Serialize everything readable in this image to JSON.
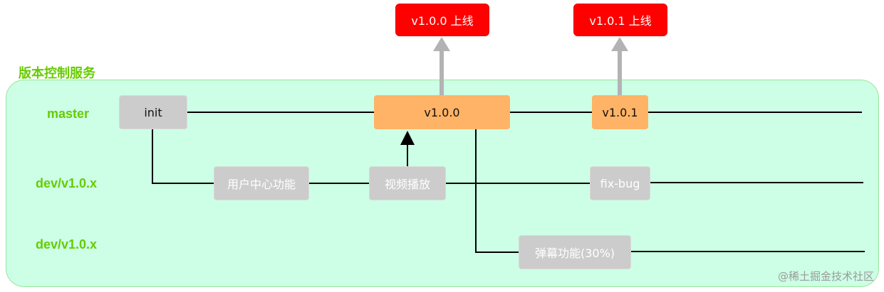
{
  "title": "版本控制服务",
  "lanes": {
    "master": "master",
    "dev1": "dev/v1.0.x",
    "dev2": "dev/v1.0.x"
  },
  "nodes": {
    "init": "init",
    "user_center": "用户中心功能",
    "video_play": "视频播放",
    "v100": "v1.0.0",
    "v101": "v1.0.1",
    "fix_bug": "fix-bug",
    "danmaku": "弹幕功能(30%)"
  },
  "releases": {
    "r100": "v1.0.0 上线",
    "r101": "v1.0.1 上线"
  },
  "watermark": "@稀土掘金技术社区",
  "colors": {
    "lane_label": "#66cc00",
    "panel_bg": "#ccffe6",
    "node_gray": "#cccccc",
    "node_orange": "#ffb366",
    "release_red": "#ff0000",
    "arrow_gray": "#b3b3b3"
  }
}
